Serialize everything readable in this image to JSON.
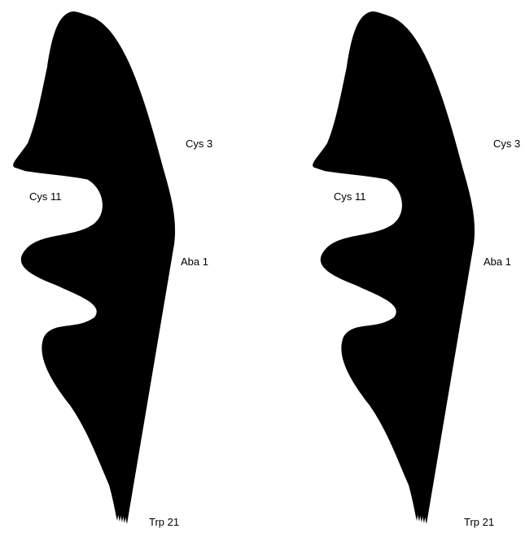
{
  "figure": {
    "views": [
      {
        "id": "left",
        "labels": {
          "cys3": "Cys 3",
          "cys11": "Cys 11",
          "aba1": "Aba 1",
          "trp21": "Trp 21"
        }
      },
      {
        "id": "right",
        "labels": {
          "cys3": "Cys 3",
          "cys11": "Cys 11",
          "aba1": "Aba 1",
          "trp21": "Trp 21"
        }
      }
    ]
  }
}
